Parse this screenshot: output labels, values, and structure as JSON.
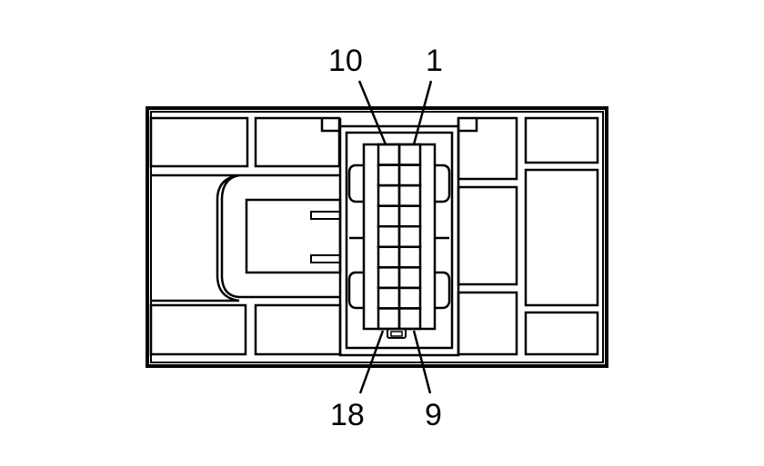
{
  "diagram": {
    "pin_labels": {
      "top_left": "10",
      "top_right": "1",
      "bottom_left": "18",
      "bottom_right": "9"
    },
    "connector": {
      "columns": 2,
      "rows": 9
    }
  }
}
